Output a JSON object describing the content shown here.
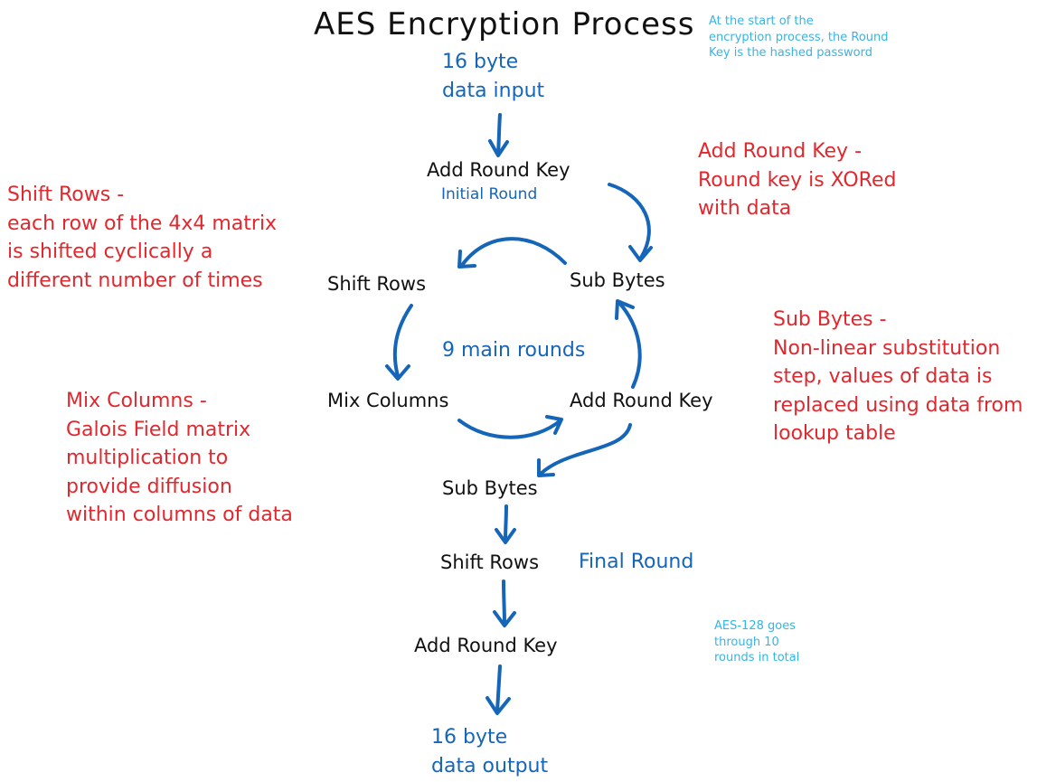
{
  "title": "AES Encryption Process",
  "notes": {
    "start": "At the start of the\nencryption process, the Round\nKey is the hashed password",
    "total": "AES-128 goes\nthrough 10\nrounds in total"
  },
  "flow": {
    "input": "16 byte\ndata input",
    "initial_add_round_key": "Add Round Key",
    "initial_round_label": "Initial Round",
    "main_rounds_label": "9 main rounds",
    "loop_sub_bytes": "Sub Bytes",
    "loop_shift_rows": "Shift Rows",
    "loop_mix_columns": "Mix Columns",
    "loop_add_round_key": "Add Round Key",
    "final_sub_bytes": "Sub Bytes",
    "final_shift_rows": "Shift Rows",
    "final_round_label": "Final Round",
    "final_add_round_key": "Add Round Key",
    "output": "16 byte\ndata output"
  },
  "descriptions": {
    "shift_rows": "Shift Rows -\neach row of the 4x4 matrix\nis shifted cyclically a\ndifferent number of times",
    "add_round_key": "Add Round Key -\nRound key is XORed\nwith data",
    "sub_bytes": "Sub Bytes -\nNon-linear substitution\nstep, values of data is\nreplaced using data from\nlookup table",
    "mix_columns": "Mix Columns -\nGalois Field matrix\nmultiplication to\nprovide diffusion\nwithin columns of data"
  },
  "colors": {
    "node_text": "#111111",
    "flow_blue": "#1565b8",
    "description_red": "#e0282e",
    "note_cyan": "#35b5e5"
  }
}
